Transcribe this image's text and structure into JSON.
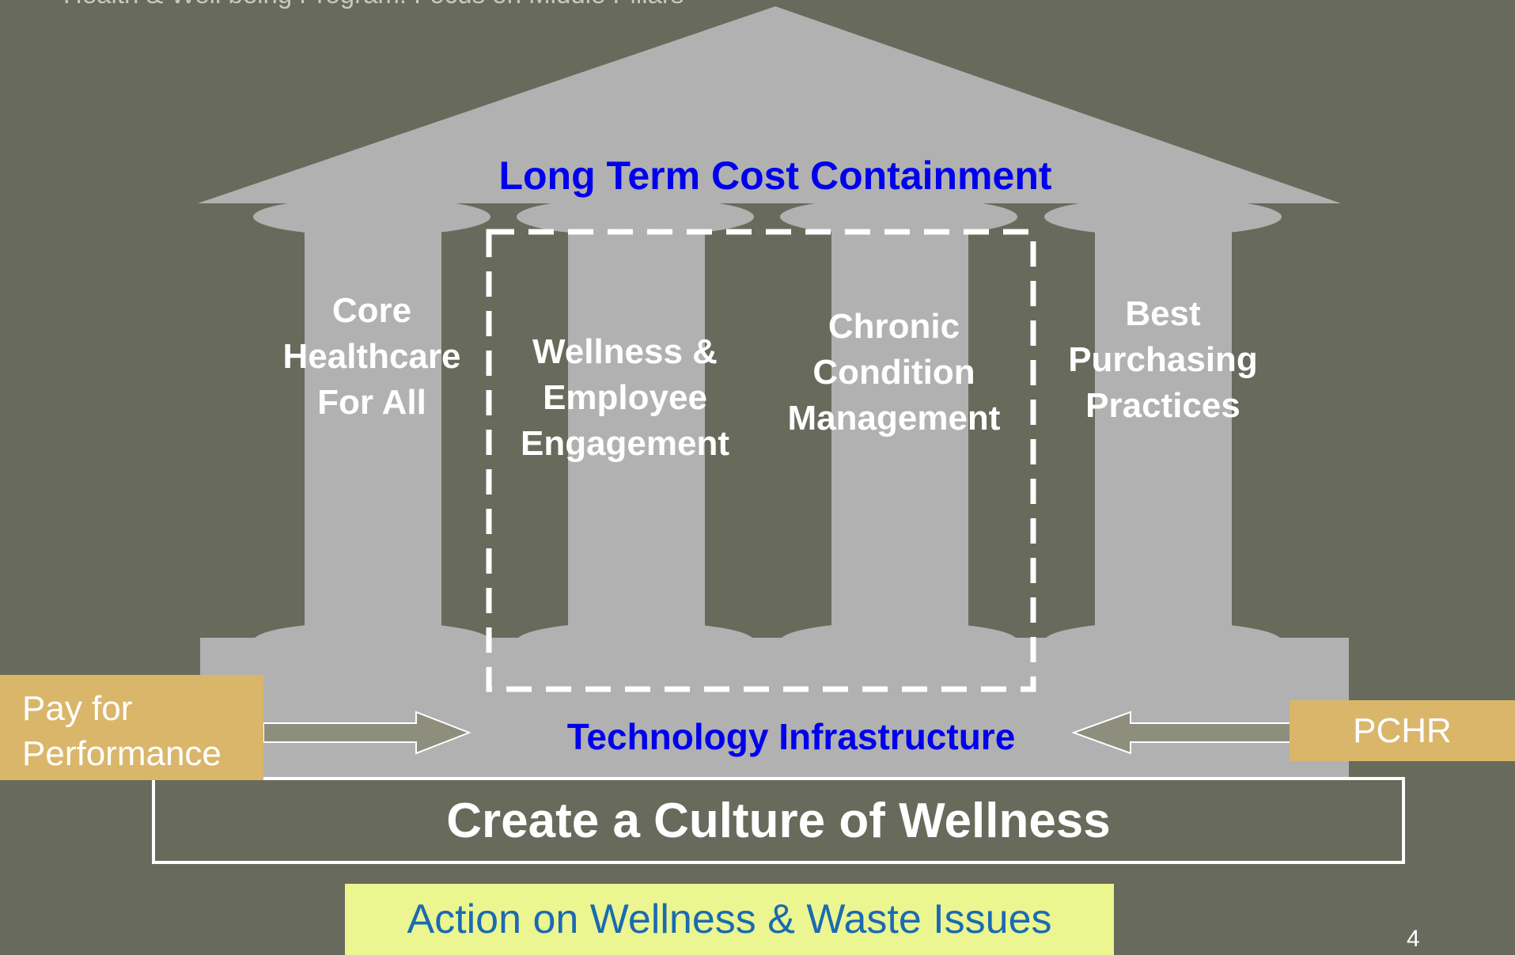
{
  "subtitle": "Health & Well being Program: Focus on Middle Pillars",
  "roof": {
    "title": "Long Term Cost Containment"
  },
  "pillars": [
    {
      "label": "Core\nHealthcare\nFor All"
    },
    {
      "label": "Wellness &\nEmployee\nEngagement"
    },
    {
      "label": "Chronic\nCondition\nManagement"
    },
    {
      "label": "Best\nPurchasing\nPractices"
    }
  ],
  "base": {
    "label": "Technology Infrastructure"
  },
  "foundation": {
    "label": "Create a Culture of Wellness"
  },
  "left_input": {
    "label": "Pay for\nPerformance"
  },
  "right_input": {
    "label": "PCHR"
  },
  "action": {
    "label": "Action on Wellness & Waste Issues"
  },
  "page_number": "4",
  "colors": {
    "background": "#686a5b",
    "temple": "#b1b1b1",
    "title_blue": "#0000ee",
    "gold": "#dab66b",
    "action_bg": "#ecf690",
    "action_text": "#1a6bb0"
  }
}
